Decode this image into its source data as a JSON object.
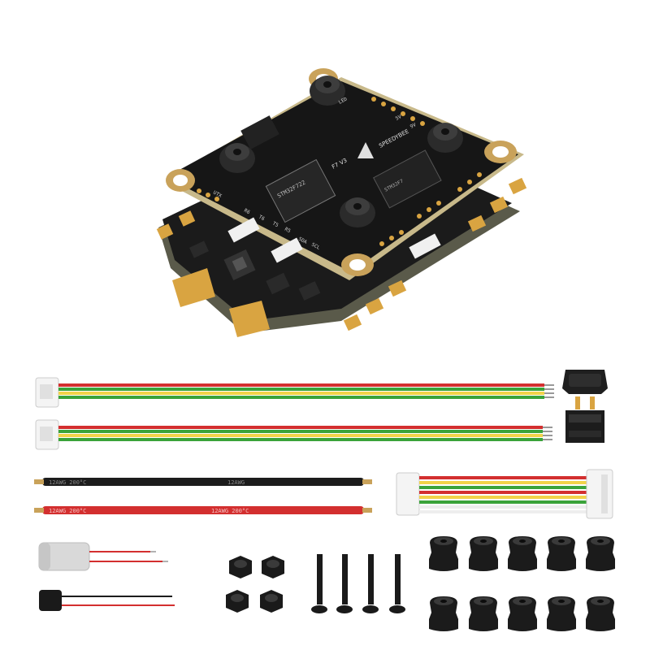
{
  "scene": {
    "background": "#ffffff",
    "board": {
      "brand": "SPEEDYBEE",
      "model": "F7 V3",
      "chip": "STM32F7",
      "chip_code": "STM32F722",
      "pad_labels": {
        "utx": "UTX",
        "sda": "SDA",
        "scl": "SCL",
        "led": "LED",
        "r5": "R5",
        "t5": "T5",
        "t6": "T6",
        "r6": "R6",
        "v5": "5V",
        "v9": "9V"
      }
    },
    "wires": {
      "gauge_label_1": "12AWG  200°C",
      "gauge_label_2": "12AWG",
      "gauge_label_3": "12AWG  200°C",
      "gauge_label_4": "12AWG  200°C"
    },
    "colors": {
      "pcb": "#1a1a1a",
      "pcb_edge": "#c8b98a",
      "gold": "#d9a441",
      "wire_red": "#d32f2f",
      "wire_yellow": "#f2d34a",
      "wire_green": "#3aa33a",
      "wire_black": "#1c1c1c",
      "connector": "#f2f2f2"
    }
  }
}
